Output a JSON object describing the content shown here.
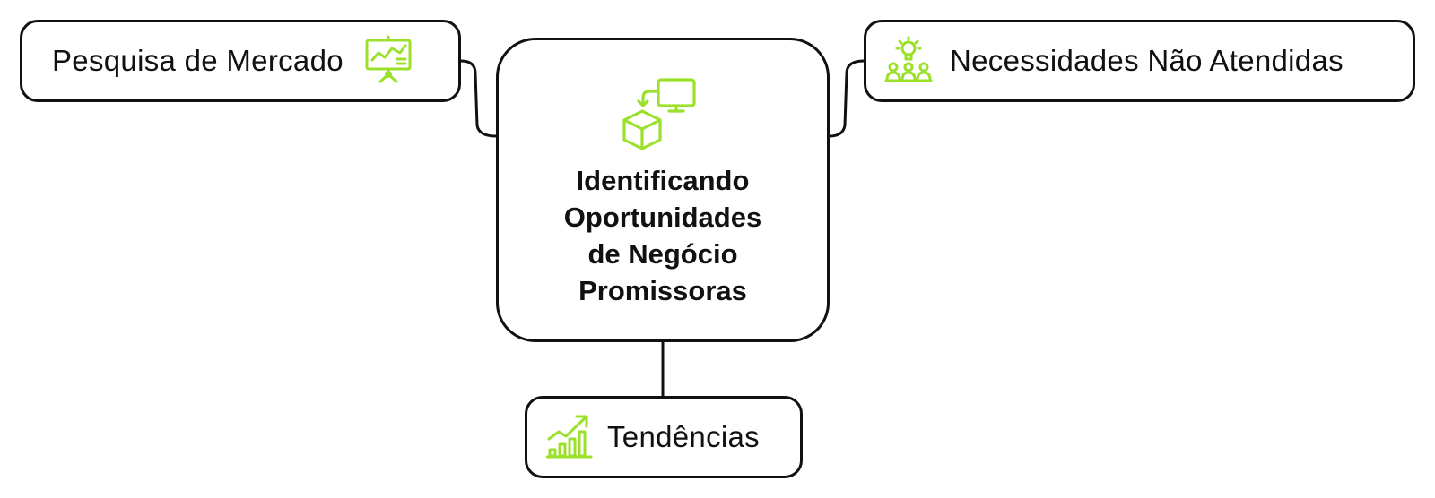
{
  "diagram": {
    "accent_color": "#9be02a",
    "line_color": "#111111",
    "center": {
      "icon": "box-to-monitor-icon",
      "title_lines": [
        "Identificando",
        "Oportunidades",
        "de Negócio",
        "Promissoras"
      ]
    },
    "nodes": [
      {
        "id": "left",
        "label": "Pesquisa de Mercado",
        "icon": "presentation-chart-icon"
      },
      {
        "id": "right",
        "label": "Necessidades Não Atendidas",
        "icon": "lightbulb-team-icon"
      },
      {
        "id": "bottom",
        "label": "Tendências",
        "icon": "growth-chart-icon"
      }
    ]
  }
}
